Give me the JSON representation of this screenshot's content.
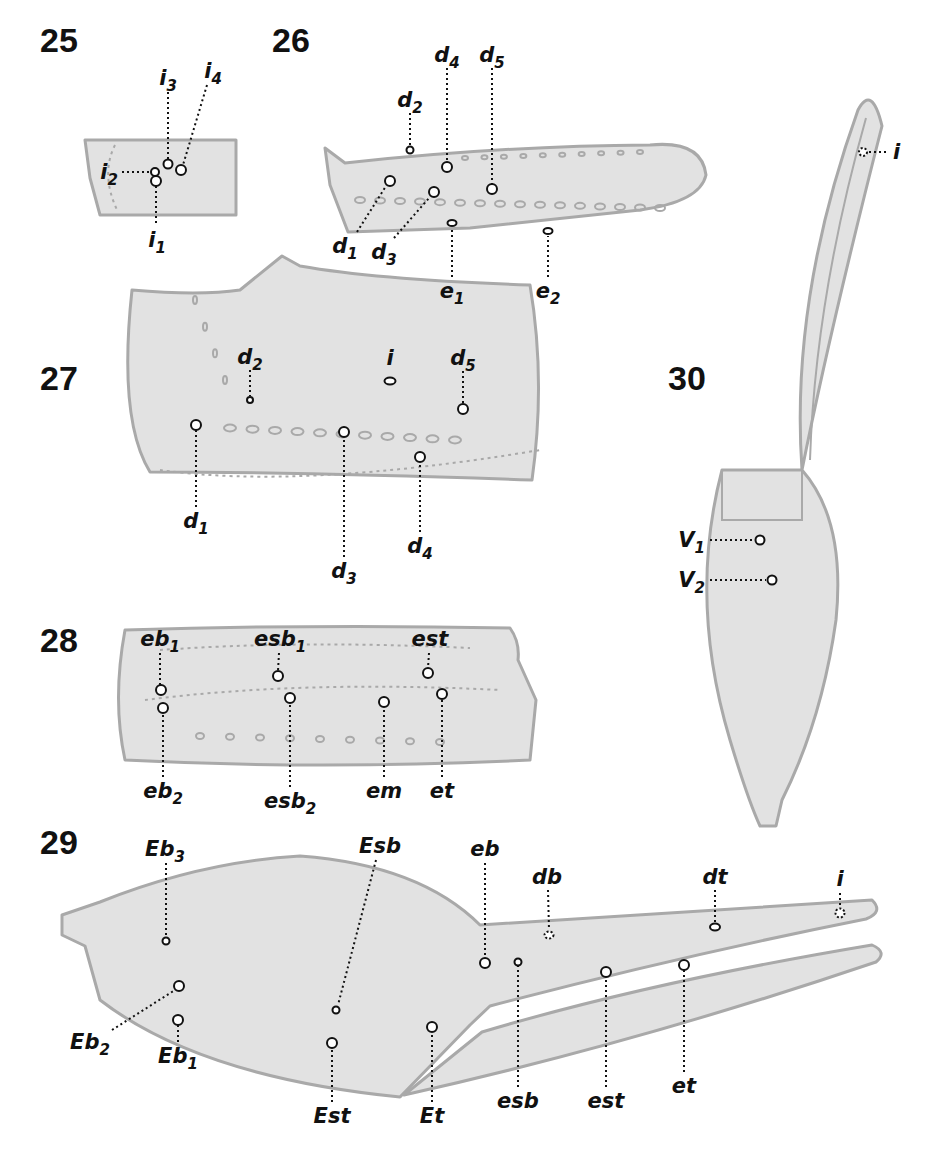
{
  "diagram": {
    "labels": [
      "25",
      "i3",
      "i4",
      "i2",
      "i1",
      "26",
      "d2",
      "d4",
      "d5",
      "d1",
      "d3",
      "e1",
      "e2",
      "27",
      "d2",
      "i",
      "d5",
      "d1",
      "d3",
      "d4",
      "30",
      "i",
      "V1",
      "V2",
      "28",
      "eb1",
      "esb1",
      "est",
      "eb2",
      "esb2",
      "em",
      "et",
      "29",
      "Eb3",
      "Esb",
      "eb",
      "db",
      "dt",
      "i",
      "Eb2",
      "Eb1",
      "Est",
      "Et",
      "esb",
      "est",
      "et"
    ]
  }
}
